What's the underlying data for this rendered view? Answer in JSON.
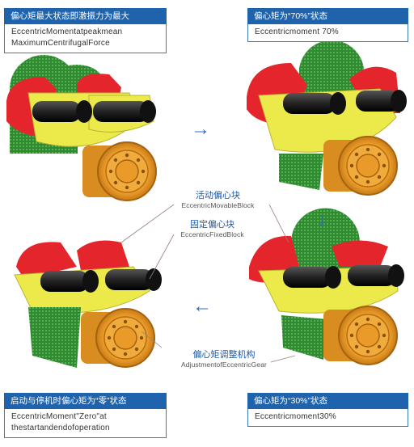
{
  "captions": {
    "top_left": {
      "title": "偏心矩最大状态即激振力为最大",
      "line1": "EccentricMomentatpeakmean",
      "line2": "MaximumCentrifugalForce"
    },
    "top_right": {
      "title": "偏心矩为“70%”状态",
      "line1": "Eccentricmoment 70%"
    },
    "bottom_left": {
      "title": "启动与停机时偏心矩为“零”状态",
      "line1": "EccentricMoment\"Zero\"at",
      "line2": "thestartandendofoperation"
    },
    "bottom_right": {
      "title": "偏心矩为“30%”状态",
      "line1": "Eccentricmoment30%"
    }
  },
  "labels": {
    "movable": {
      "cn": "活动偏心块",
      "en": "EccentricMovableBlock"
    },
    "fixed": {
      "cn": "固定偏心块",
      "en": "EccentricFixedBlock"
    },
    "gear": {
      "cn": "偏心矩调整机构",
      "en": "AdjustmentofEccentricGear"
    }
  },
  "arrows": {
    "right": "→",
    "down": "↓",
    "left": "←"
  },
  "colors": {
    "accent": "#1f63ad",
    "movable_block": "#e4262c",
    "fixed_block": "#ecea4a",
    "gear": "#3c9a3c",
    "motor": "#e99a28",
    "shaft": "#333333"
  },
  "states": [
    {
      "id": "max",
      "movable_fraction": 1.0
    },
    {
      "id": "70",
      "movable_fraction": 0.7
    },
    {
      "id": "30",
      "movable_fraction": 0.3
    },
    {
      "id": "zero",
      "movable_fraction": 0.0
    }
  ]
}
